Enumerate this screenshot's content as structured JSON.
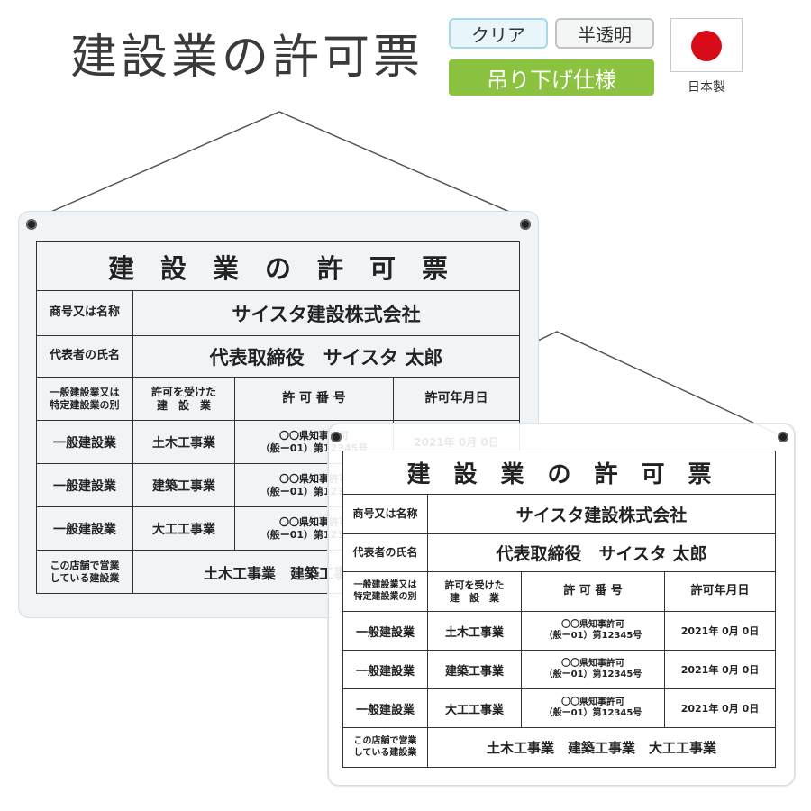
{
  "header": {
    "title": "建設業の許可票",
    "tags": {
      "clear": "クリア",
      "translucent": "半透明",
      "hanging": "吊り下げ仕様"
    },
    "made_in": "日本製"
  },
  "colors": {
    "accent_green": "#8bc23f",
    "flag_red": "#d80c18",
    "clear_blue": "#e8f6fb"
  },
  "icons": {
    "flag": "japan-flag-icon",
    "screw": "screw-icon"
  },
  "board": {
    "title": "建　設　業　の　許　可　票",
    "label_company": "商号又は名称",
    "company": "サイスタ建設株式会社",
    "label_rep": "代表者の氏名",
    "rep": "代表取締役　サイスタ 太郎",
    "hdr_kind_1": "一般建設業又は",
    "hdr_kind_2": "特定建設業の別",
    "hdr_work_1": "許可を受けた",
    "hdr_work_2": "建　設　業",
    "hdr_number": "許 可 番 号",
    "hdr_date": "許可年月日",
    "rows": [
      {
        "kind": "一般建設業",
        "work": "土木工事業",
        "num1": "〇〇県知事許可",
        "num2": "（般ー01）第12345号",
        "date": "2021年 0月 0日"
      },
      {
        "kind": "一般建設業",
        "work": "建築工事業",
        "num1": "〇〇県知事許可",
        "num2": "（般ー01）第12345号",
        "date": "2021年 0月 0日"
      },
      {
        "kind": "一般建設業",
        "work": "大工工事業",
        "num1": "〇〇県知事許可",
        "num2": "（般ー01）第12345号",
        "date": "2021年 0月 0日"
      }
    ],
    "label_store_1": "この店舗で営業",
    "label_store_2": "している建設業",
    "store_works": "土木工事業　建築工事業　大工工事業"
  }
}
